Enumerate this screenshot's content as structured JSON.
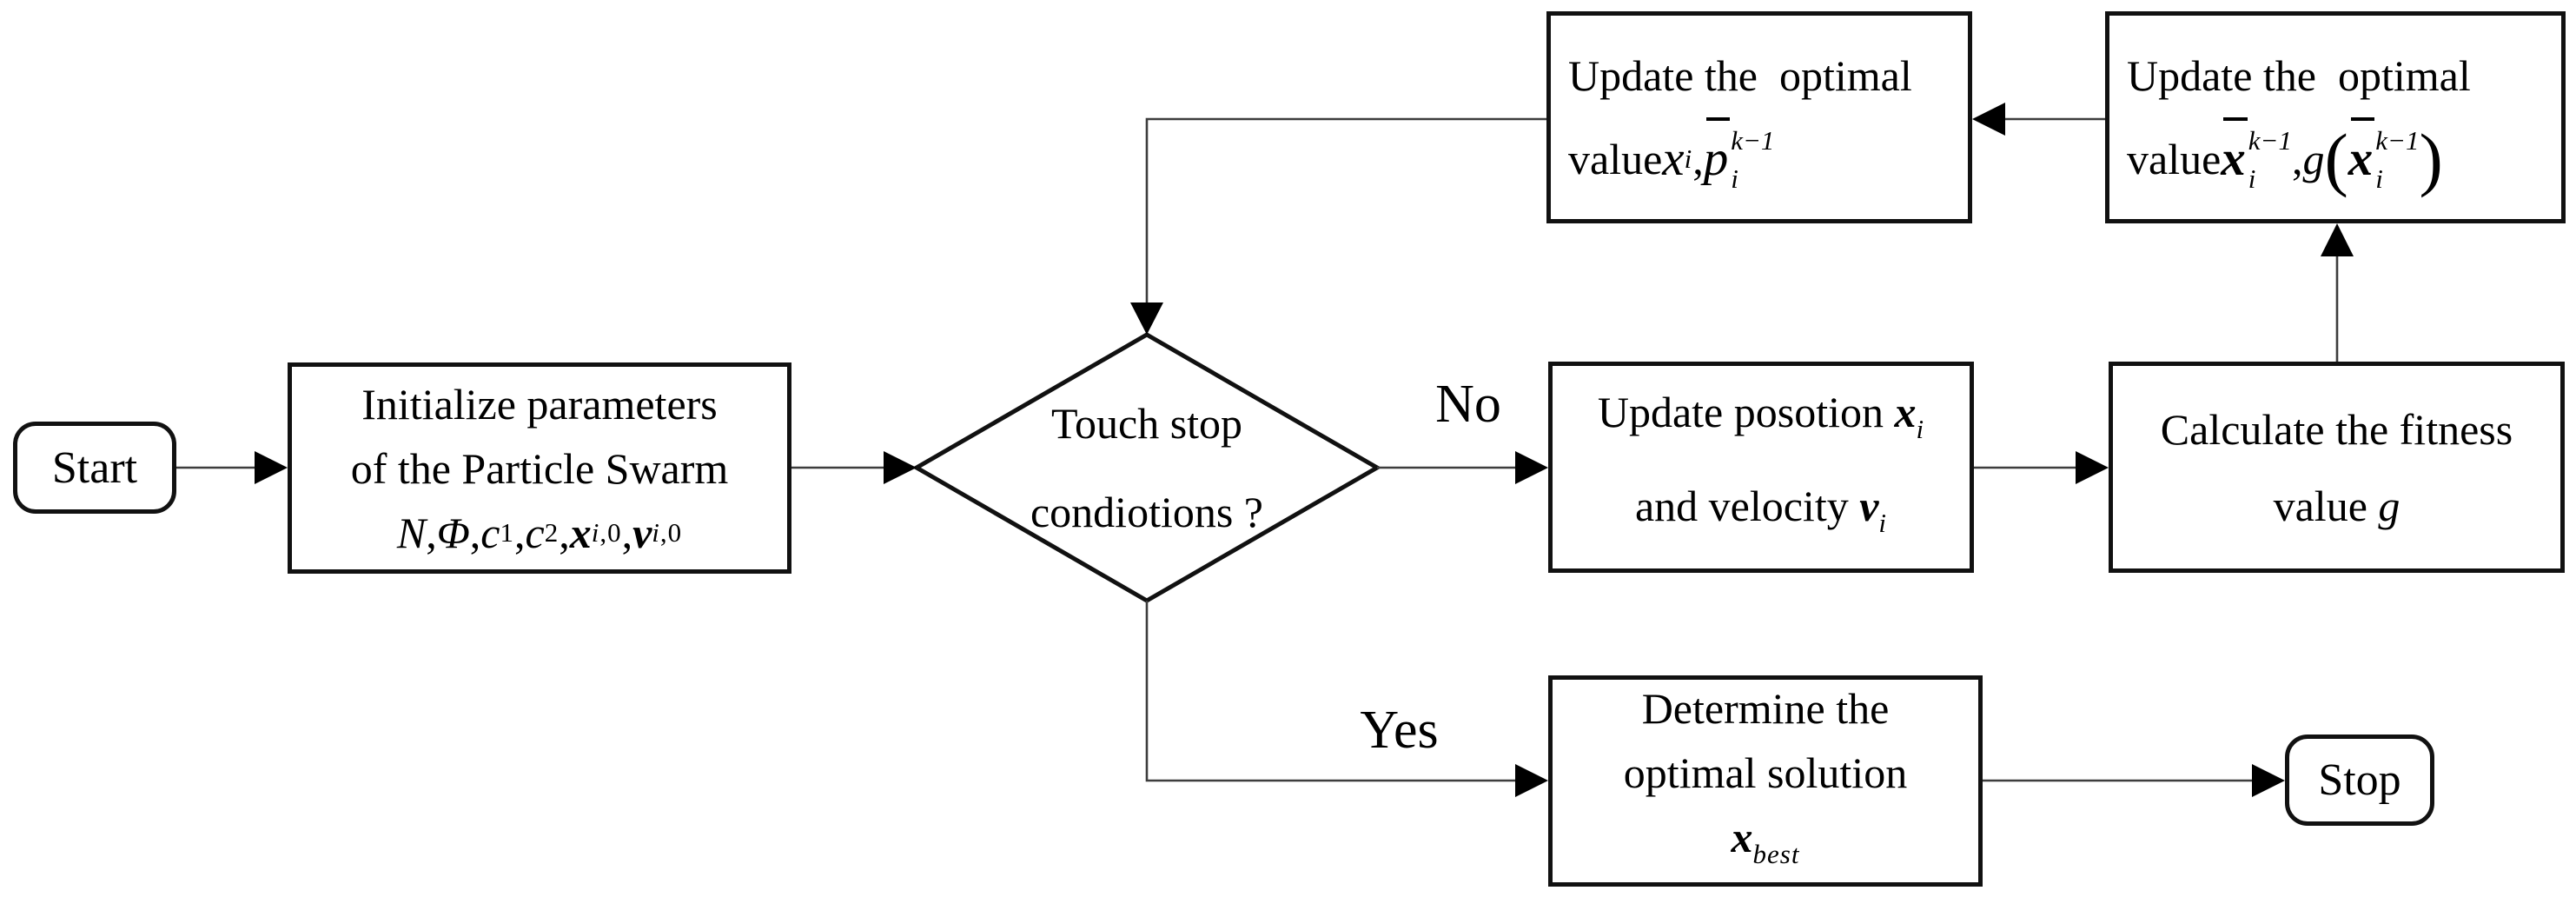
{
  "nodes": {
    "start": {
      "label": "Start"
    },
    "init": {
      "line1": "Initialize parameters",
      "line2": "of the Particle Swarm",
      "params": {
        "N": "N",
        "sep1": ", ",
        "Phi": "Φ",
        "sep2": ", ",
        "c1_base": "c",
        "c1_sub": "1",
        "sep3": ", ",
        "c2_base": "c",
        "c2_sub": "2",
        "sep4": ", ",
        "x_base": "x",
        "x_sub_i": "i",
        "x_sub_0": ",0",
        "sep5": ", ",
        "v_base": "v",
        "v_sub_i": "i",
        "v_sub_0": ",0"
      }
    },
    "decision": {
      "line1": "Touch stop",
      "line2": "condiotions ?"
    },
    "update_position": {
      "line1_text": "Update posotion ",
      "x_base": "x",
      "x_sub": "i",
      "line2_text": "and velocity ",
      "v_base": "v",
      "v_sub": "i"
    },
    "calc_fitness": {
      "line1": "Calculate the fitness",
      "line2_text": "value ",
      "g": "g"
    },
    "update_opt_p": {
      "line1": "Update the  optimal",
      "value_word": "value ",
      "x_base": "x",
      "x_sub": "i",
      "comma": ",",
      "p_base": "p",
      "p_sup": "k−1",
      "p_sub": "i"
    },
    "update_opt_x": {
      "line1": "Update the  optimal",
      "value_word": "value ",
      "x1_base": "x",
      "sup1": "k−1",
      "sub1": "i",
      "comma": ",",
      "g": "g",
      "lparen": "(",
      "x2_base": "x",
      "sup2": "k−1",
      "sub2": "i",
      "rparen": ")"
    },
    "determine": {
      "line1": "Determine the",
      "line2": "optimal solution",
      "x_base": "x",
      "x_sub": "best"
    },
    "stop": {
      "label": "Stop"
    }
  },
  "edges": {
    "no_label": "No",
    "yes_label": "Yes"
  },
  "colors": {
    "background": "#ffffff",
    "shape_fill": "#ffffff",
    "shape_border": "#111111",
    "connector": "#3d3d3d",
    "arrowhead": "#000000",
    "text": "#000000"
  }
}
